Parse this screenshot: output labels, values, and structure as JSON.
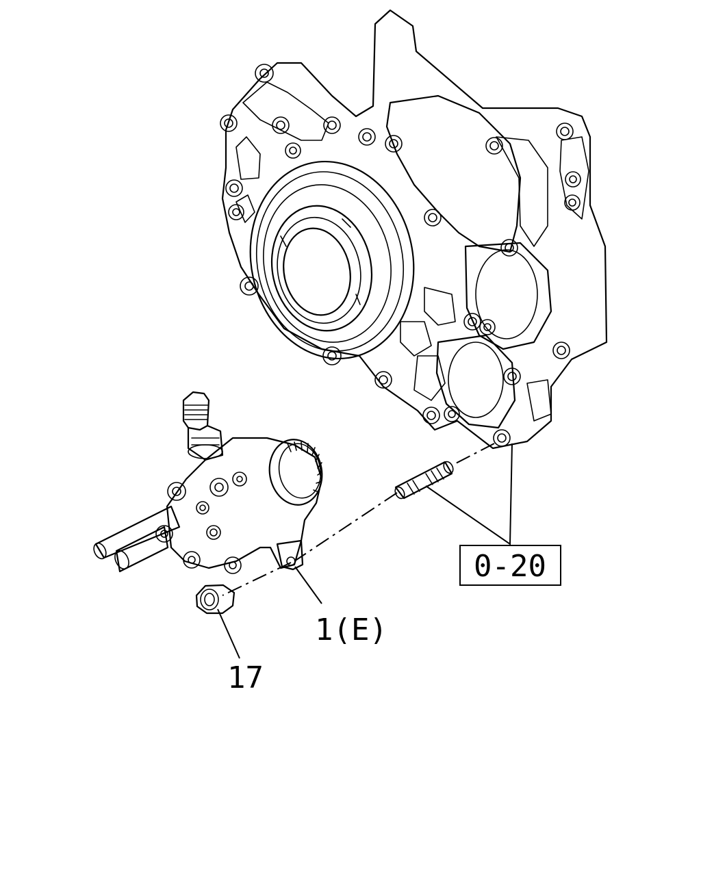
{
  "callouts": {
    "pump": "1(E)",
    "nut": "17",
    "reference": "0-20"
  }
}
